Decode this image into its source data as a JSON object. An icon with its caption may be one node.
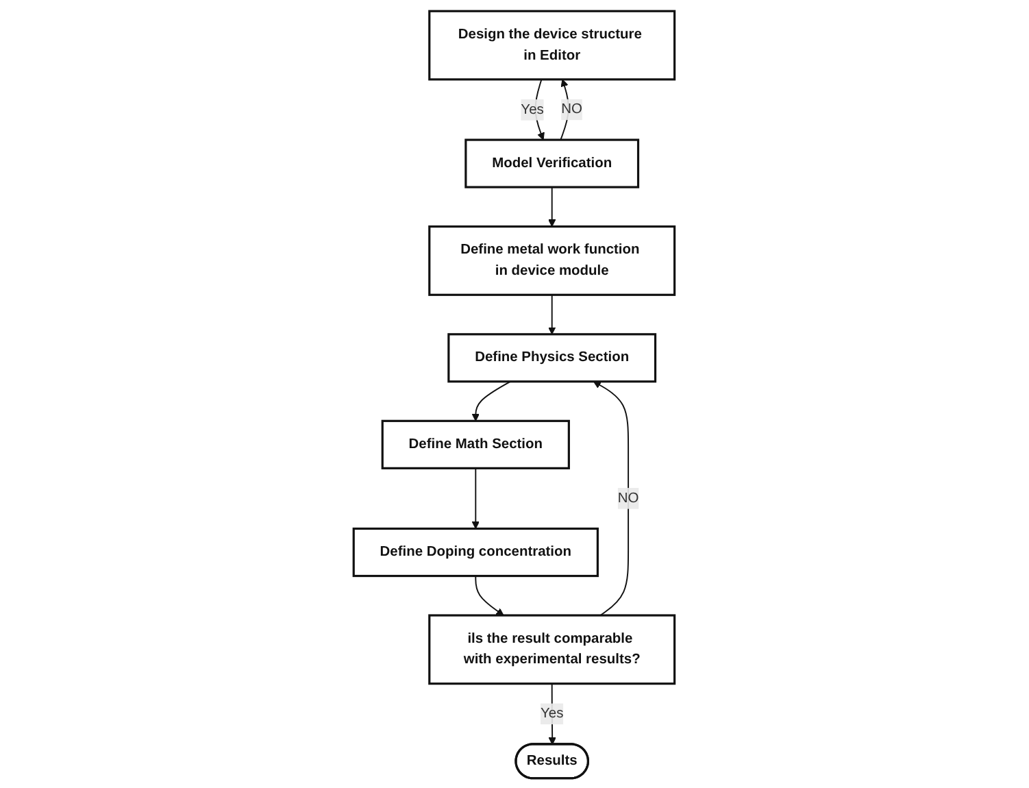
{
  "diagram": {
    "nodes": [
      {
        "text": [
          "Design the device structure in Editor"
        ]
      },
      {
        "text": [
          "Model Verification"
        ]
      },
      {
        "text": [
          "Define metal work function in device module"
        ]
      },
      {
        "text": [
          "Define Physics Section"
        ]
      },
      {
        "text": [
          "Define Math Section"
        ]
      },
      {
        "text": [
          "Define Doping concentration"
        ]
      },
      {
        "text": [
          "ils the result comparable with experimental results?"
        ]
      },
      {
        "text": [
          "Results"
        ]
      }
    ],
    "edges": [
      {
        "from": 0,
        "to": 1,
        "arrow": "to",
        "label": "Yes"
      },
      {
        "from": 1,
        "to": 0,
        "arrow": "to",
        "label": "NO"
      },
      {
        "from": 1,
        "to": 2,
        "arrow": "to"
      },
      {
        "from": 2,
        "to": 3,
        "arrow": "to"
      },
      {
        "from": 3,
        "to": 4,
        "arrow": "to"
      },
      {
        "from": 4,
        "to": 5,
        "arrow": "to"
      },
      {
        "from": 5,
        "to": 6,
        "arrow": "to"
      },
      {
        "from": 6,
        "to": 7,
        "arrow": "to",
        "label": "Yes"
      },
      {
        "from": 6,
        "to": 3,
        "arrow": "to",
        "label": "NO"
      }
    ]
  }
}
